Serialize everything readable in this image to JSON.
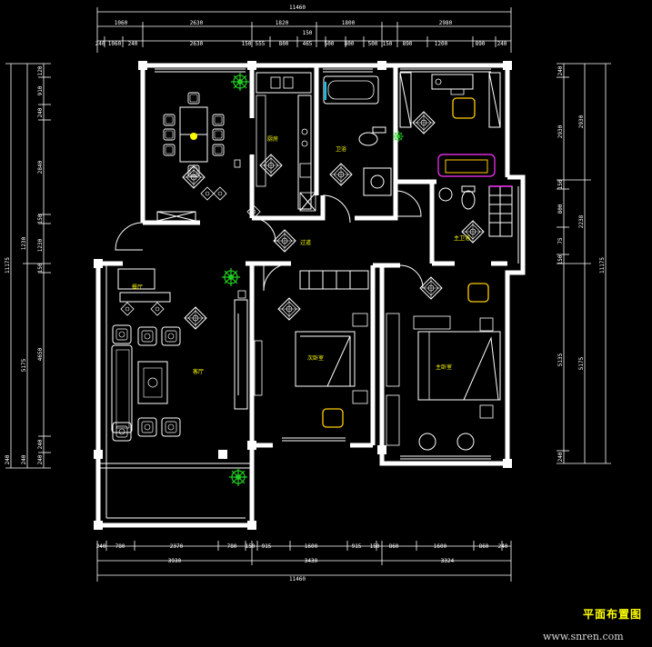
{
  "title": "平面布置图",
  "watermark": "www.snren.com",
  "dims": {
    "overall": "11460",
    "top_row1": [
      "1060",
      "2630",
      "1820",
      "1800",
      "2980"
    ],
    "top_row1_extra": "150",
    "top_row2": [
      "240",
      "1060",
      "240",
      "2630",
      "150",
      "555",
      "800",
      "465",
      "500",
      "800",
      "500",
      "150",
      "890",
      "1200",
      "890",
      "240"
    ],
    "bottom_row1": [
      "240",
      "780",
      "2370",
      "780",
      "150",
      "915",
      "1600",
      "915",
      "150",
      "860",
      "1600",
      "860",
      "240"
    ],
    "bottom_row2": [
      "3930",
      "3430",
      "3324"
    ],
    "left_outer": "11175",
    "left_mid": [
      "1230",
      "5175"
    ],
    "left_inner": [
      "120",
      "910",
      "240",
      "2840",
      "150",
      "1230",
      "150",
      "4650",
      "240",
      "240",
      "240",
      "240"
    ],
    "right_outer": "11175",
    "right_mid": [
      "2930",
      "2238",
      "5175"
    ],
    "right_inner": [
      "240",
      "2930",
      "150",
      "800",
      "75",
      "150",
      "5135",
      "240"
    ]
  },
  "rooms": {
    "kitchen": "厨房",
    "bath": "卫浴",
    "master_bath": "主卫浴",
    "corridor": "过道",
    "dining": "餐厅",
    "living": "客厅",
    "second_bedroom": "次卧室",
    "master_bedroom": "主卧室"
  },
  "colors": {
    "background": "#000000",
    "lines": "#ffffff",
    "labels": "#ffff00",
    "plants": "#22cc22",
    "furniture_accent": "#ffcc00",
    "bath_accent": "#00ccff",
    "sofa_accent": "#ff33ff"
  }
}
